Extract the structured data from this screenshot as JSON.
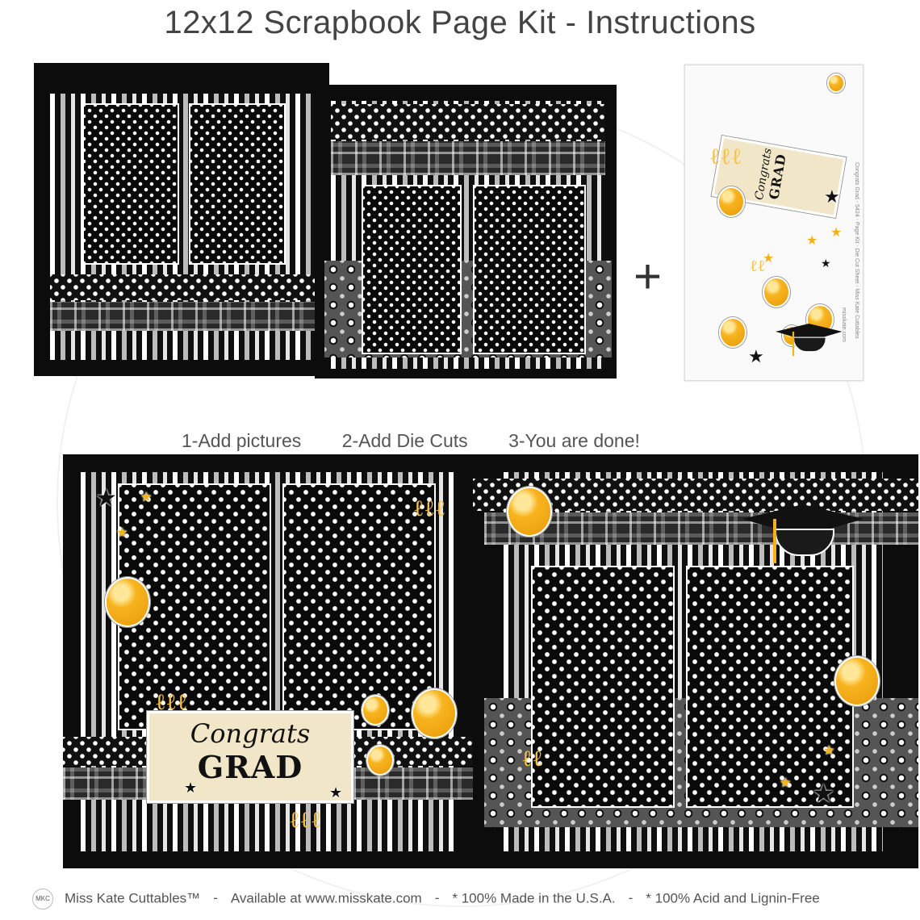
{
  "header": {
    "title": "12x12 Scrapbook Page Kit - Instructions"
  },
  "steps": [
    "1-Add pictures",
    "2-Add Die Cuts",
    "3-You are done!"
  ],
  "plus_symbol": "+",
  "die_cut_sheet": {
    "tag_line1": "Congrats",
    "tag_line2": "GRAD",
    "side_text": "Congrats Grad - 5424 - Page Kit - Die Cut Sheet - Miss Kate Cuttables",
    "footer_text": "misskate.com"
  },
  "finished_tag": {
    "line1": "Congrats",
    "line2": "GRAD"
  },
  "footer": {
    "logo": "MKC",
    "brand": "Miss Kate Cuttables™",
    "available": "Available at www.misskate.com",
    "made": "* 100% Made in the U.S.A.",
    "acid": "* 100% Acid and Lignin-Free",
    "separator": "-"
  },
  "colors": {
    "accent_yellow": "#f5b11a",
    "background": "#0c0c0c",
    "text": "#444444"
  }
}
